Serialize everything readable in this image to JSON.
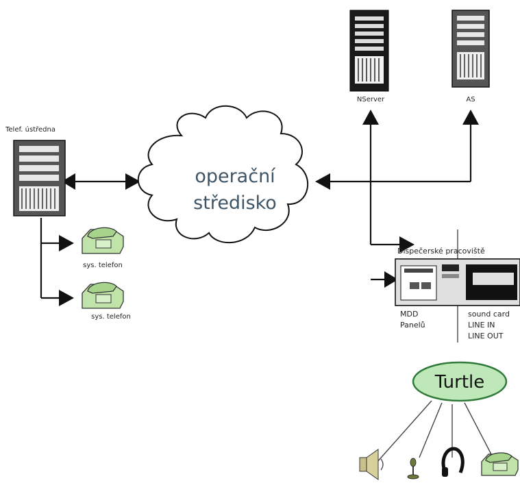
{
  "nodes": {
    "switchboard": {
      "label": "Telef. ústředna"
    },
    "center": {
      "label_line1": "operační",
      "label_line2": "středisko"
    },
    "nserver": {
      "label": "NServer"
    },
    "as": {
      "label": "AS"
    },
    "phone1": {
      "label": "sys. telefon"
    },
    "phone2": {
      "label": "sys. telefon"
    },
    "workstation": {
      "label": "Dispečerské pracoviště",
      "left_ports": [
        "MDD",
        "Panelů"
      ],
      "right_ports": [
        "sound card",
        "LINE IN",
        "LINE OUT"
      ]
    },
    "turtle": {
      "label": "Turtle"
    }
  },
  "peripherals": [
    "speaker-icon",
    "microphone-icon",
    "headset-icon",
    "phone-icon"
  ],
  "colors": {
    "line": "#111111",
    "turtle_fill": "#bfe8b8",
    "turtle_stroke": "#2f7a3a",
    "phone_fill": "#bfe3a8",
    "cloud_text": "#3d5566"
  }
}
